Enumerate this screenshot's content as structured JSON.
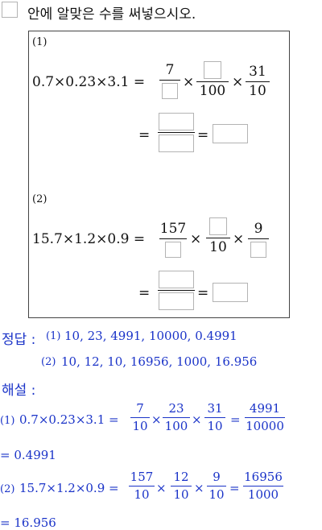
{
  "question": {
    "instruction": "안에 알맞은 수를 써넣으시오.",
    "part1": {
      "label": "(1)",
      "lhs": "0.7×0.23×3.1",
      "eq": "=",
      "f1_num": "7",
      "f2_den": "100",
      "f3_num": "31",
      "f3_den": "10",
      "times": "×"
    },
    "part2": {
      "label": "(2)",
      "lhs": "15.7×1.2×0.9",
      "f1_num": "157",
      "f2_den": "10",
      "f3_num": "9"
    }
  },
  "answer": {
    "label": "정답 :",
    "line1_label": "(1)",
    "line1": "10, 23, 4991, 10000, 0.4991",
    "line2_label": "(2)",
    "line2": "10, 12, 10, 16956, 1000, 16.956"
  },
  "explanation": {
    "label": "해설 :",
    "p1": {
      "label": "(1)",
      "lhs": "0.7×0.23×3.1",
      "fracs": [
        [
          "7",
          "10"
        ],
        [
          "23",
          "100"
        ],
        [
          "31",
          "10"
        ]
      ],
      "result": [
        "4991",
        "10000"
      ],
      "final": "= 0.4991"
    },
    "p2": {
      "label": "(2)",
      "lhs": "15.7×1.2×0.9",
      "fracs": [
        [
          "157",
          "10"
        ],
        [
          "12",
          "10"
        ],
        [
          "9",
          "10"
        ]
      ],
      "result": [
        "16956",
        "1000"
      ],
      "final": "= 16.956"
    }
  },
  "colors": {
    "answer_blue": "#1a33c8",
    "box_border": "#b3b3b3"
  }
}
